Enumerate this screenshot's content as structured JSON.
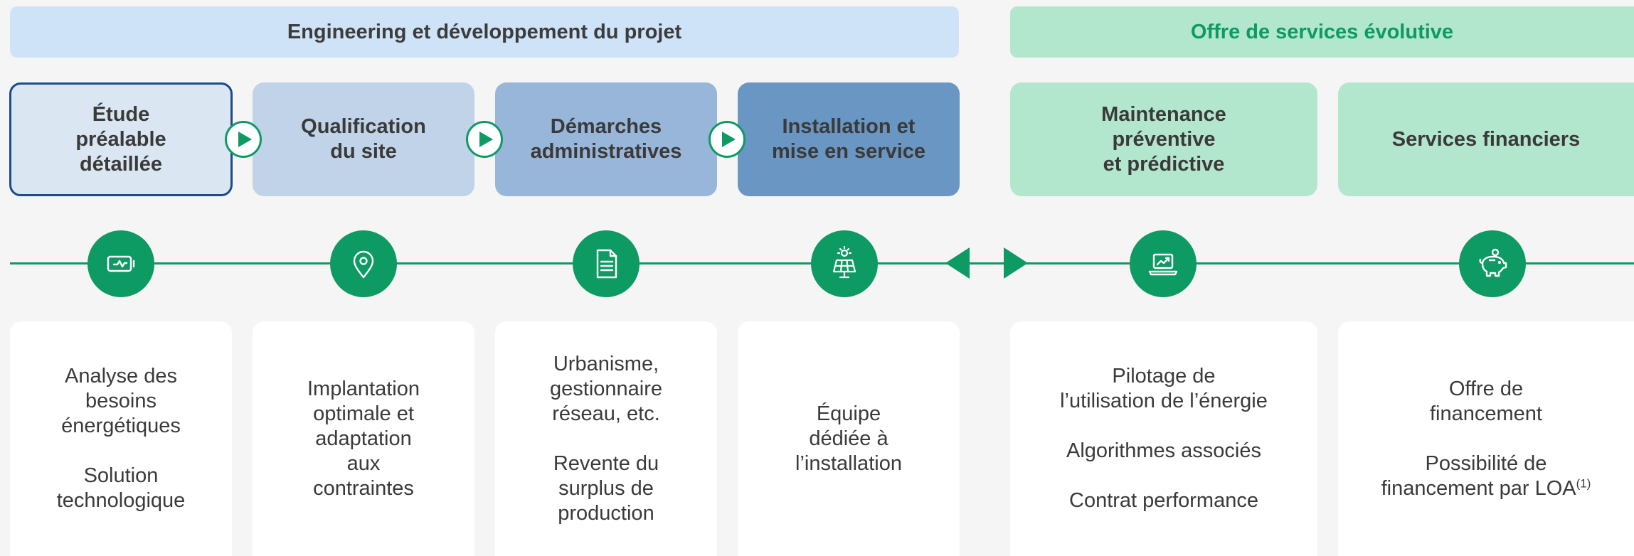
{
  "header": {
    "engineering_title": "Engineering et développement du projet",
    "services_title": "Offre de services évolutive"
  },
  "steps": [
    {
      "label": "Étude\npréalable\ndétaillée"
    },
    {
      "label": "Qualification\ndu site"
    },
    {
      "label": "Démarches\nadministratives"
    },
    {
      "label": "Installation et\nmise en service"
    },
    {
      "label": "Maintenance\npréventive\net prédictive"
    },
    {
      "label": "Services financiers"
    }
  ],
  "icons": [
    "battery-icon",
    "location-pin-icon",
    "document-icon",
    "solar-panel-icon",
    "laptop-chart-icon",
    "piggy-bank-icon"
  ],
  "cards": [
    {
      "lines": [
        "Analyse des\nbesoins\nénergétiques",
        "Solution\ntechnologique"
      ]
    },
    {
      "lines": [
        "Implantation\noptimale et\nadaptation\naux\ncontraintes"
      ]
    },
    {
      "lines": [
        "Urbanisme,\ngestionnaire\nréseau, etc.",
        "Revente du\nsurplus de\nproduction"
      ]
    },
    {
      "lines": [
        "Équipe\ndédiée à\nl’installation"
      ]
    },
    {
      "lines": [
        "Pilotage de\nl’utilisation de l’énergie",
        "Algorithmes associés",
        "Contrat performance"
      ]
    },
    {
      "lines": [
        "Offre de\nfinancement",
        "Possibilité de\nfinancement par LOA"
      ],
      "footnote": "(1)"
    }
  ],
  "colors": {
    "green": "#0e9a63",
    "navy_border": "#1c4c8a",
    "light_blue": "#cfe3f8",
    "light_green": "#b3e7cd"
  }
}
